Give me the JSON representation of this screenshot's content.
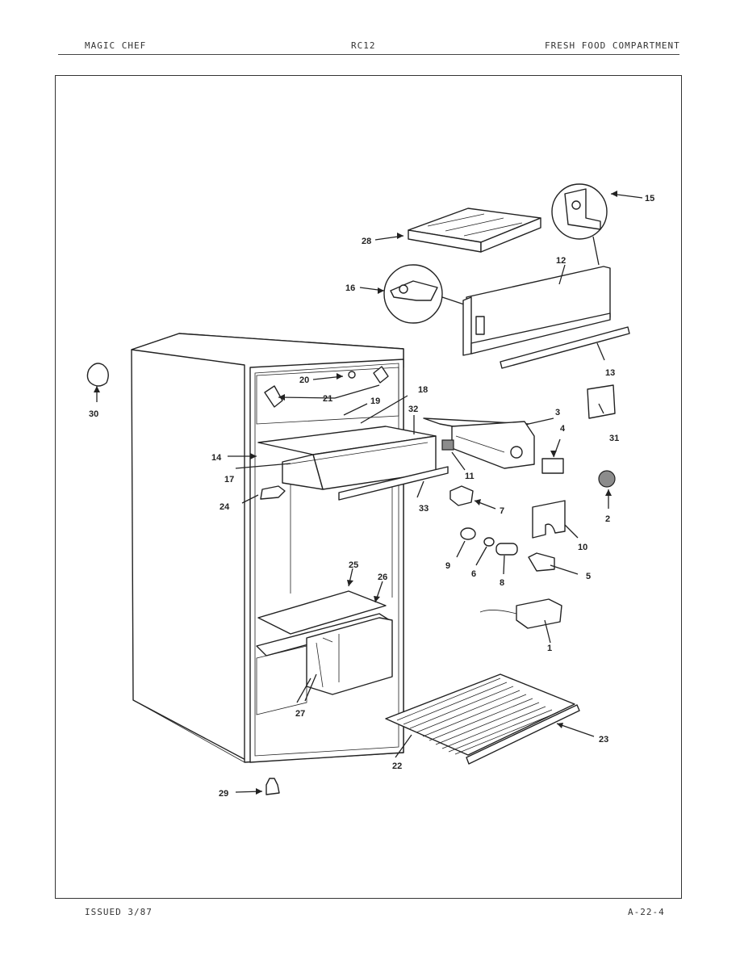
{
  "header": {
    "left": "MAGIC CHEF",
    "center": "RC12",
    "right": "FRESH FOOD COMPARTMENT"
  },
  "footer": {
    "left": "ISSUED 3/87",
    "right": "A-22-4"
  },
  "callouts": [
    "1",
    "2",
    "3",
    "4",
    "5",
    "6",
    "7",
    "8",
    "9",
    "10",
    "11",
    "12",
    "13",
    "14",
    "15",
    "16",
    "17",
    "18",
    "19",
    "20",
    "21",
    "22",
    "23",
    "24",
    "25",
    "26",
    "27",
    "28",
    "29",
    "30",
    "31",
    "32",
    "33"
  ]
}
